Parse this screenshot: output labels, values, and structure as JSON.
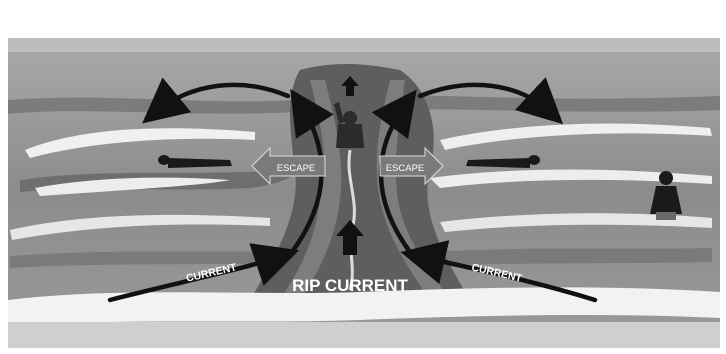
{
  "labels": {
    "escape_left": "ESCAPE",
    "escape_right": "ESCAPE",
    "current_left": "CURRENT",
    "current_right": "CURRENT",
    "rip_current": "RIP CURRENT"
  },
  "colors": {
    "ocean": "#8f8f8f",
    "wave_foam": "#f2f2f2",
    "rip_channel": "#5e5e5e",
    "sand": "#d4d4d4",
    "arrow": "#111111",
    "escape_arrow": "#7a7a7a"
  },
  "icons": [
    "swimmer-left-icon",
    "swimmer-right-icon",
    "drowning-swimmer-icon",
    "standing-person-icon"
  ]
}
